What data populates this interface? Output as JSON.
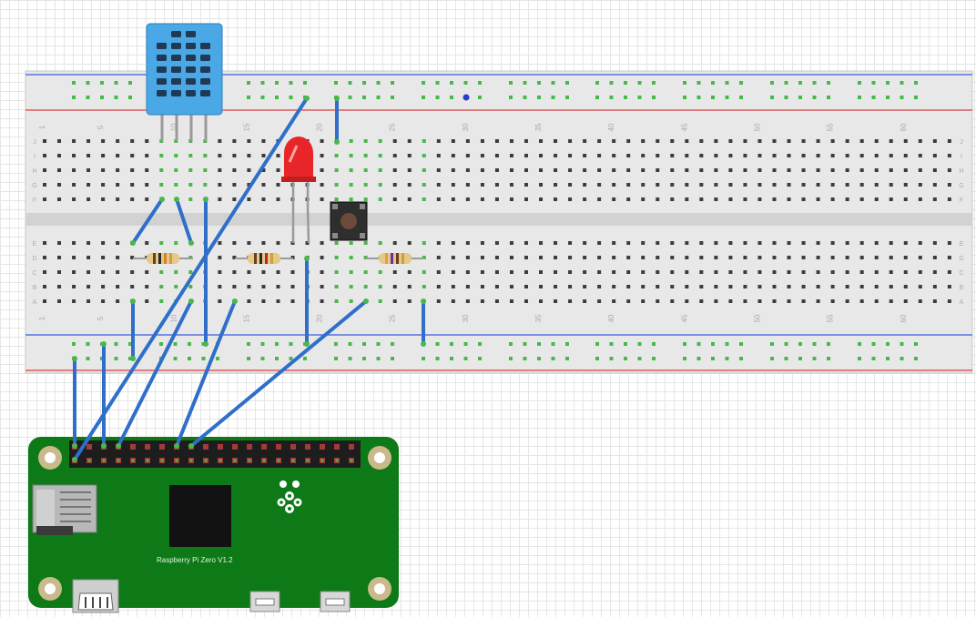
{
  "board": {
    "label": "Raspberry Pi Zero V1.2"
  },
  "breadboard": {
    "column_numbers": [
      "1",
      "5",
      "10",
      "15",
      "20",
      "25",
      "30",
      "35",
      "40",
      "45",
      "50",
      "55",
      "60"
    ],
    "row_letters_top": [
      "J",
      "I",
      "H",
      "G",
      "F"
    ],
    "row_letters_bottom": [
      "E",
      "D",
      "C",
      "B",
      "A"
    ]
  },
  "components": {
    "sensor": "dht-sensor-icon",
    "led": "red-led-icon",
    "button": "push-button-icon",
    "resistors": [
      "resistor-icon",
      "resistor-icon",
      "resistor-icon"
    ]
  },
  "colors": {
    "wire": "#2f6fc9",
    "pcb": "#0e7a17",
    "breadboard": "#e8e8e8",
    "hole_connected": "#48b848",
    "hole": "#3c3c3c",
    "rail_blue": "#3a5bd9",
    "rail_red": "#d94040",
    "led": "#e8262a",
    "sensor": "#4aa8e6"
  }
}
